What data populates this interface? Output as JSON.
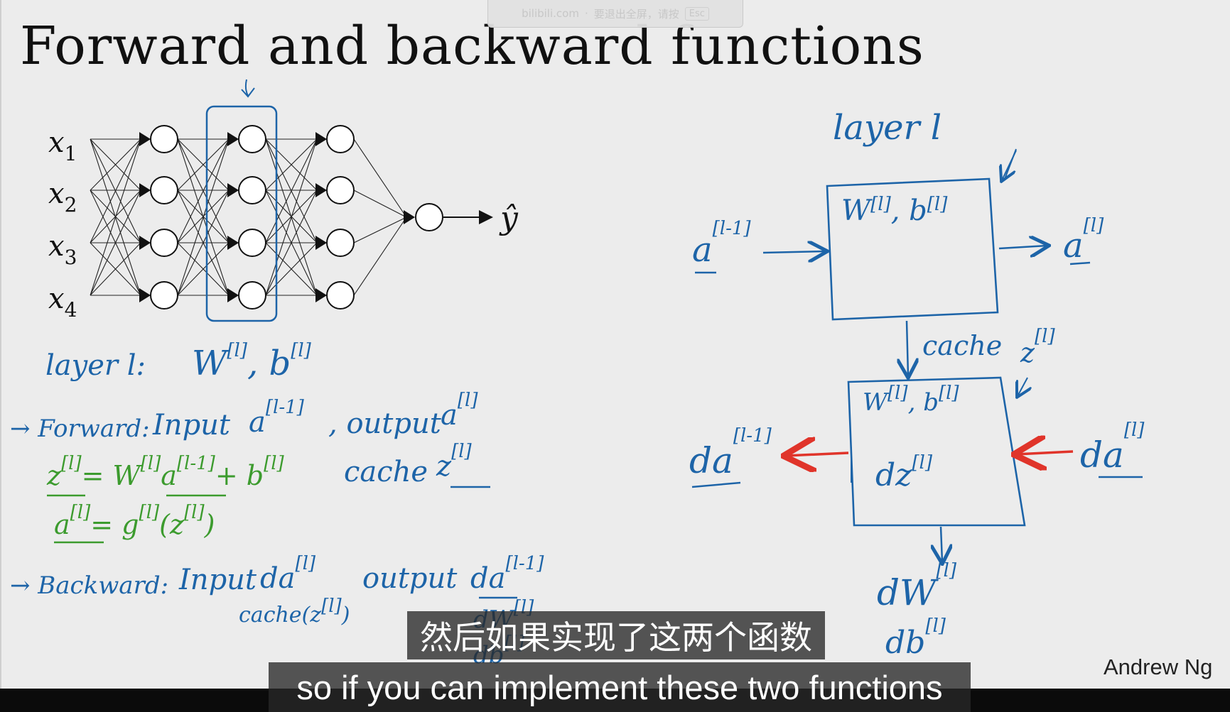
{
  "toast": {
    "site": "bilibili.com",
    "separator": "·",
    "message": "要退出全屏，请按",
    "key": "Esc"
  },
  "slide": {
    "title": "Forward and backward functions",
    "author": "Andrew Ng"
  },
  "network": {
    "inputs": [
      "x",
      "x",
      "x",
      "x"
    ],
    "input_indices": [
      "1",
      "2",
      "3",
      "4"
    ],
    "output": "ŷ"
  },
  "notes": {
    "layer_heading": "layer l:",
    "layer_params": "W",
    "layer_params_b": "b",
    "sup_l": "[l]",
    "sup_lm1": "[l-1]",
    "forward_label": "→ Forward:",
    "forward_input": "Input",
    "forward_output": "output",
    "cache_word": "cache",
    "z_eq_lhs": "z",
    "z_eq_rhs_w": "= W",
    "z_eq_rhs_a": "a",
    "z_eq_rhs_b": "+ b",
    "a_eq_lhs": "a",
    "a_eq_rhs": "= g",
    "a_eq_arg": "(z",
    "a_eq_arg_close": ")",
    "backward_label": "→ Backward:",
    "backward_input": "Input",
    "backward_output": "output",
    "backward_cache": "cache(z",
    "backward_cache_close": ")",
    "dw": "dW",
    "db": "db",
    "da": "da",
    "a": "a",
    "z": "z"
  },
  "diagram": {
    "layer_label": "layer l",
    "fwd_box": "W",
    "fwd_box_b": "b",
    "a_in": "a",
    "a_out": "a",
    "cache_label": "cache",
    "cache_z": "z",
    "bwd_box": "W",
    "bwd_box_b": "b",
    "bwd_dz": "dz",
    "da_in": "da",
    "da_out": "da",
    "dw_out": "dW",
    "db_out": "db",
    "sup_l": "[l]",
    "sup_lm1": "[l-1]"
  },
  "subtitles": {
    "zh": "然后如果实现了这两个函数",
    "en": "so if you can implement these two functions"
  }
}
